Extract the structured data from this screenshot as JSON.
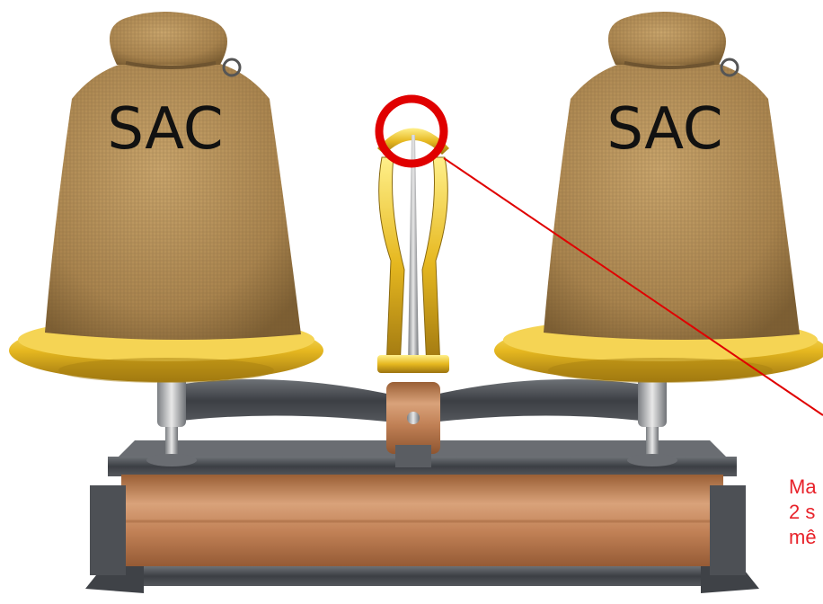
{
  "left_bag": {
    "label": "SAC"
  },
  "right_bag": {
    "label": "SAC"
  },
  "annotation": {
    "lines": [
      "Ma",
      "2 s",
      "mê"
    ],
    "color": "#e8222a"
  },
  "colors": {
    "pan_gold": "#e6b820",
    "beam_metal": "#4a4d52",
    "base_copper": "#c8895a",
    "burlap": "#b9935c",
    "highlight_circle": "#e00000"
  }
}
